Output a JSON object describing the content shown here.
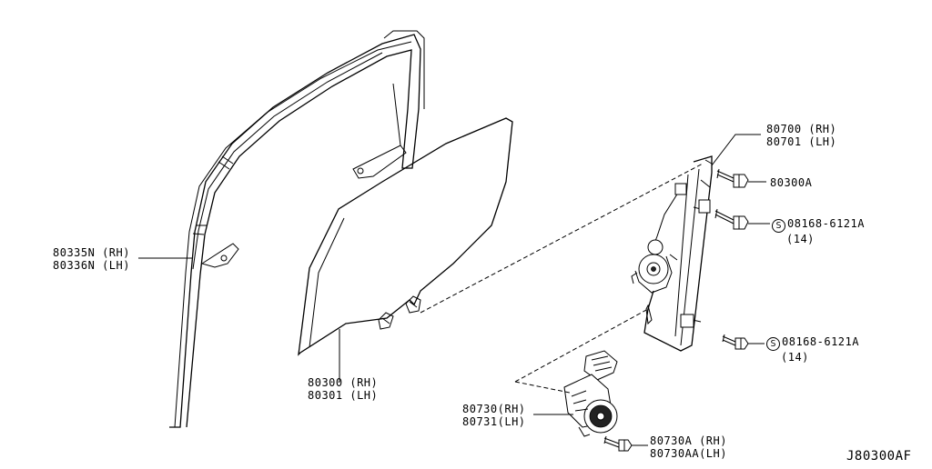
{
  "labels": {
    "sash": [
      "80335N (RH)",
      "80336N (LH)"
    ],
    "glass": [
      "80300 (RH)",
      "80301 (LH)"
    ],
    "regulator": [
      "80700 (RH)",
      "80701 (LH)"
    ],
    "bolt_top": "80300A",
    "bolt_mid": {
      "symbol": "S",
      "part": "08168-6121A",
      "qty": "(14)"
    },
    "bolt_low": {
      "symbol": "S",
      "part": "08168-6121A",
      "qty": "(14)"
    },
    "motor": [
      "80730(RH)",
      "80731(LH)"
    ],
    "motor_screw": [
      "80730A (RH)",
      "80730AA(LH)"
    ]
  },
  "diagram_ref": "J80300AF",
  "icons": [
    "window-sash-frame",
    "door-glass",
    "window-regulator",
    "bolt",
    "regulator-motor",
    "screw"
  ]
}
